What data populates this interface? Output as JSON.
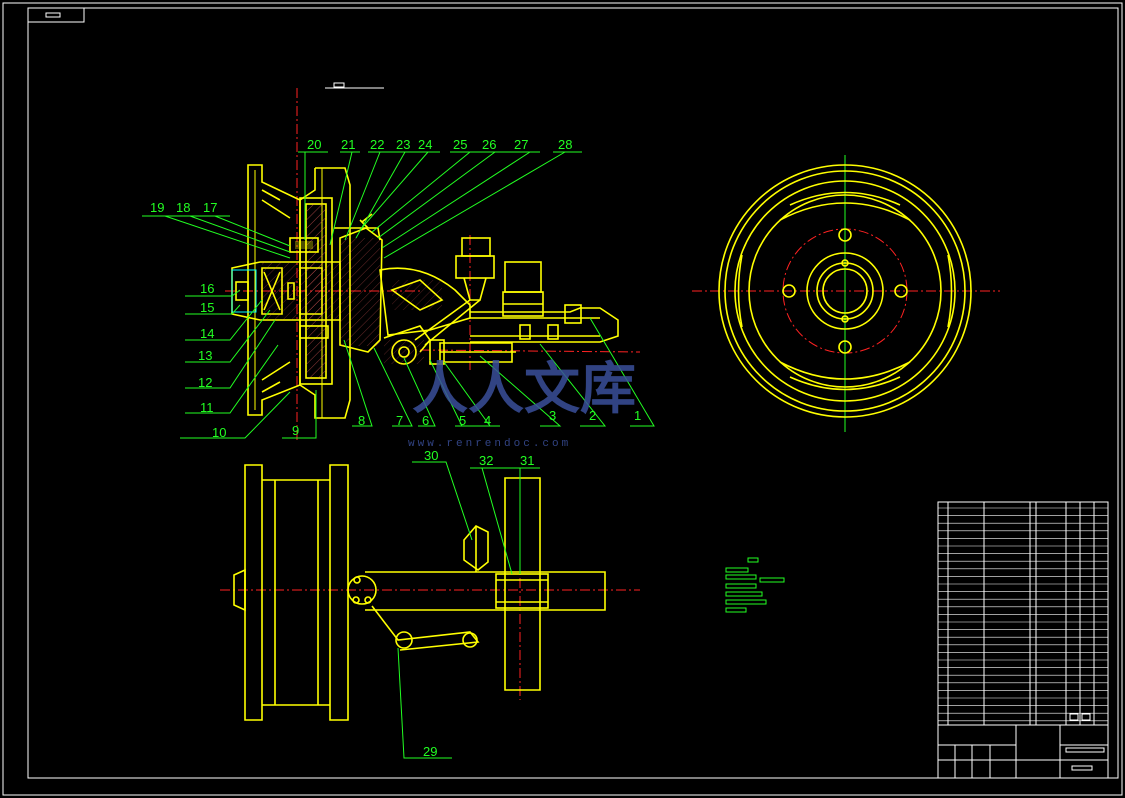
{
  "part_labels": [
    "1",
    "2",
    "3",
    "4",
    "5",
    "6",
    "7",
    "8",
    "9",
    "10",
    "11",
    "12",
    "13",
    "14",
    "15",
    "16",
    "17",
    "18",
    "19",
    "20",
    "21",
    "22",
    "23",
    "24",
    "25",
    "26",
    "27",
    "28",
    "29",
    "30",
    "31",
    "32"
  ],
  "watermark": {
    "brand": "人人文库",
    "url": "www.renrendoc.com"
  },
  "colors": {
    "background": "#000000",
    "outline": "#ffff00",
    "centerline": "#ff2222",
    "leader": "#22ff22",
    "frame": "#ffffff"
  }
}
